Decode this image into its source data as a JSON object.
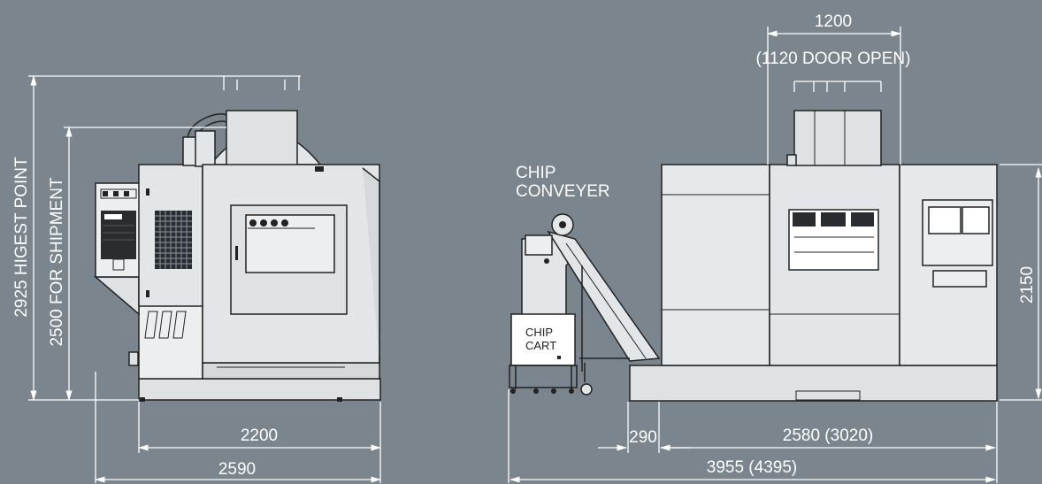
{
  "dimensions": {
    "width_door_closed": "1200",
    "width_door_open": "(1120 DOOR OPEN)",
    "height_highest_point": "2925 HIGEST POINT",
    "height_for_shipment": "2500 FOR SHIPMENT",
    "side_depth": "2200",
    "side_total_depth": "2590",
    "right_height": "2150",
    "conveyor_offset": "290",
    "front_width": "2580 (3020)",
    "front_total_width": "3955 (4395)"
  },
  "labels": {
    "chip_conveyer_line1": "CHIP",
    "chip_conveyer_line2": "CONVEYER",
    "chip_cart_line1": "CHIP",
    "chip_cart_line2": "CART"
  },
  "colors": {
    "background": "#7b858d",
    "machine_fill": "#dfe2e4",
    "machine_light": "#eceeef",
    "machine_shadow": "#c9cdd0",
    "outline": "#222222",
    "dimension_lines": "#ffffff"
  }
}
